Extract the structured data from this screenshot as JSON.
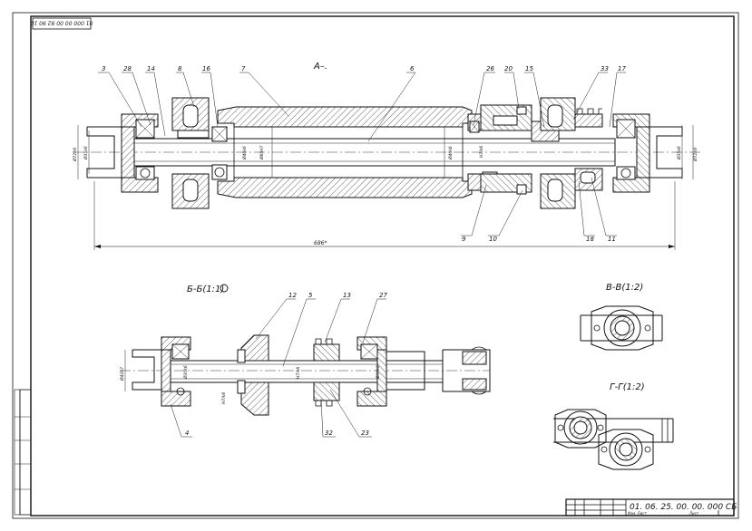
{
  "drawing": {
    "stamp_code_rotated": "01 000 00 00 92 90 10",
    "view_a_title": "A–.",
    "section_b_title": "Б-Б(1:1)",
    "section_v_title": "В-В(1:2)",
    "section_g_title": "Г-Г(1:2)",
    "overall_length": "686*",
    "titleblock_code": "01. 06. 25. 00. 00. 000 СБ",
    "titleblock_small_1": "Изм. Лист",
    "titleblock_small_2": "Лист"
  },
  "view_a": {
    "positions": [
      "3",
      "28",
      "14",
      "8",
      "16",
      "7",
      "6",
      "26",
      "20",
      "15",
      "33",
      "17",
      "9",
      "10",
      "18",
      "11"
    ],
    "dims": {
      "left_outer": "Ø72h9",
      "left_inner": "Ø35k6",
      "bore_left": "Ø40k6",
      "bore_mid": "Ø60H7",
      "bore_right": "Ø40k6",
      "fit_right": "H7/k6",
      "right_inner": "Ø35k6",
      "right_outer": "Ø72h9"
    }
  },
  "section_b": {
    "positions": [
      "12",
      "5",
      "13",
      "27",
      "4",
      "32",
      "23"
    ],
    "dims": {
      "outer": "Ø42h7",
      "bearing_left": "Ø30k6",
      "fit_left": "H7/k6",
      "fit_mid": "H7/k6",
      "bearing_right": "Ø30k6"
    }
  }
}
